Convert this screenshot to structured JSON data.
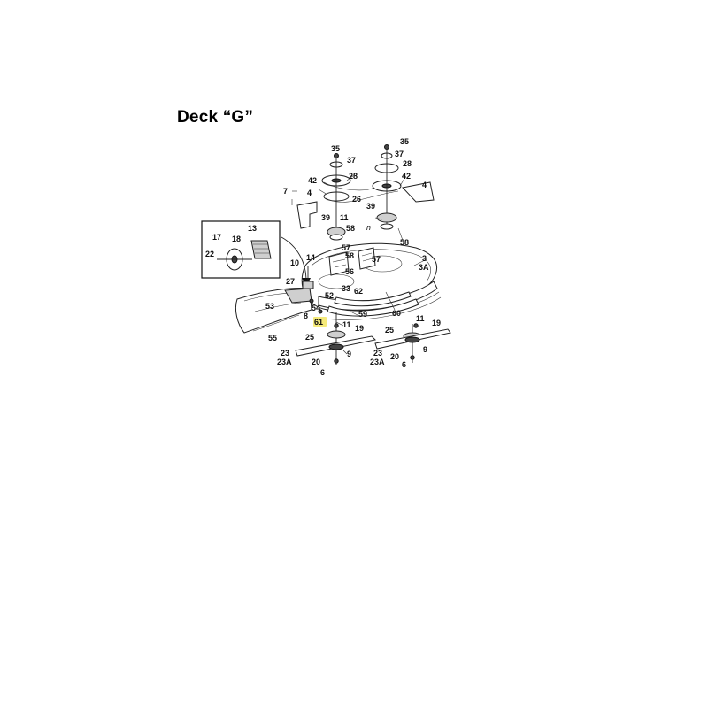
{
  "title": "Deck “G”",
  "highlight_color": "#f5ea7a",
  "callouts": {
    "c35a": "35",
    "c37a": "37",
    "c28a": "28",
    "c42a": "42",
    "c26": "26",
    "c35b": "35",
    "c37b": "37",
    "c28b": "28",
    "c42b": "42",
    "c4b": "4",
    "c7": "7",
    "c4a": "4",
    "c39a": "39",
    "c11a": "11",
    "c58a": "58",
    "c39b": "39",
    "c58b": "58",
    "c13": "13",
    "c17": "17",
    "c18": "18",
    "c22": "22",
    "c57a": "57",
    "c58c": "58",
    "c56": "56",
    "c57b": "57",
    "c62": "62",
    "c14": "14",
    "c10": "10",
    "c27": "27",
    "c52": "52",
    "c33": "33",
    "c3": "3",
    "c3A": "3A",
    "c53": "53",
    "c8": "8",
    "c54": "54",
    "c59": "59",
    "c60": "60",
    "c61": "61",
    "c11b": "11",
    "c19a": "19",
    "c55": "55",
    "c25a": "25",
    "c9a": "9",
    "c23a": "23",
    "c23Aa": "23A",
    "c20a": "20",
    "c6a": "6",
    "c11c": "11",
    "c19b": "19",
    "c25b": "25",
    "c9b": "9",
    "c23b": "23",
    "c23Ab": "23A",
    "c20b": "20",
    "c6b": "6",
    "c_n": "n"
  }
}
